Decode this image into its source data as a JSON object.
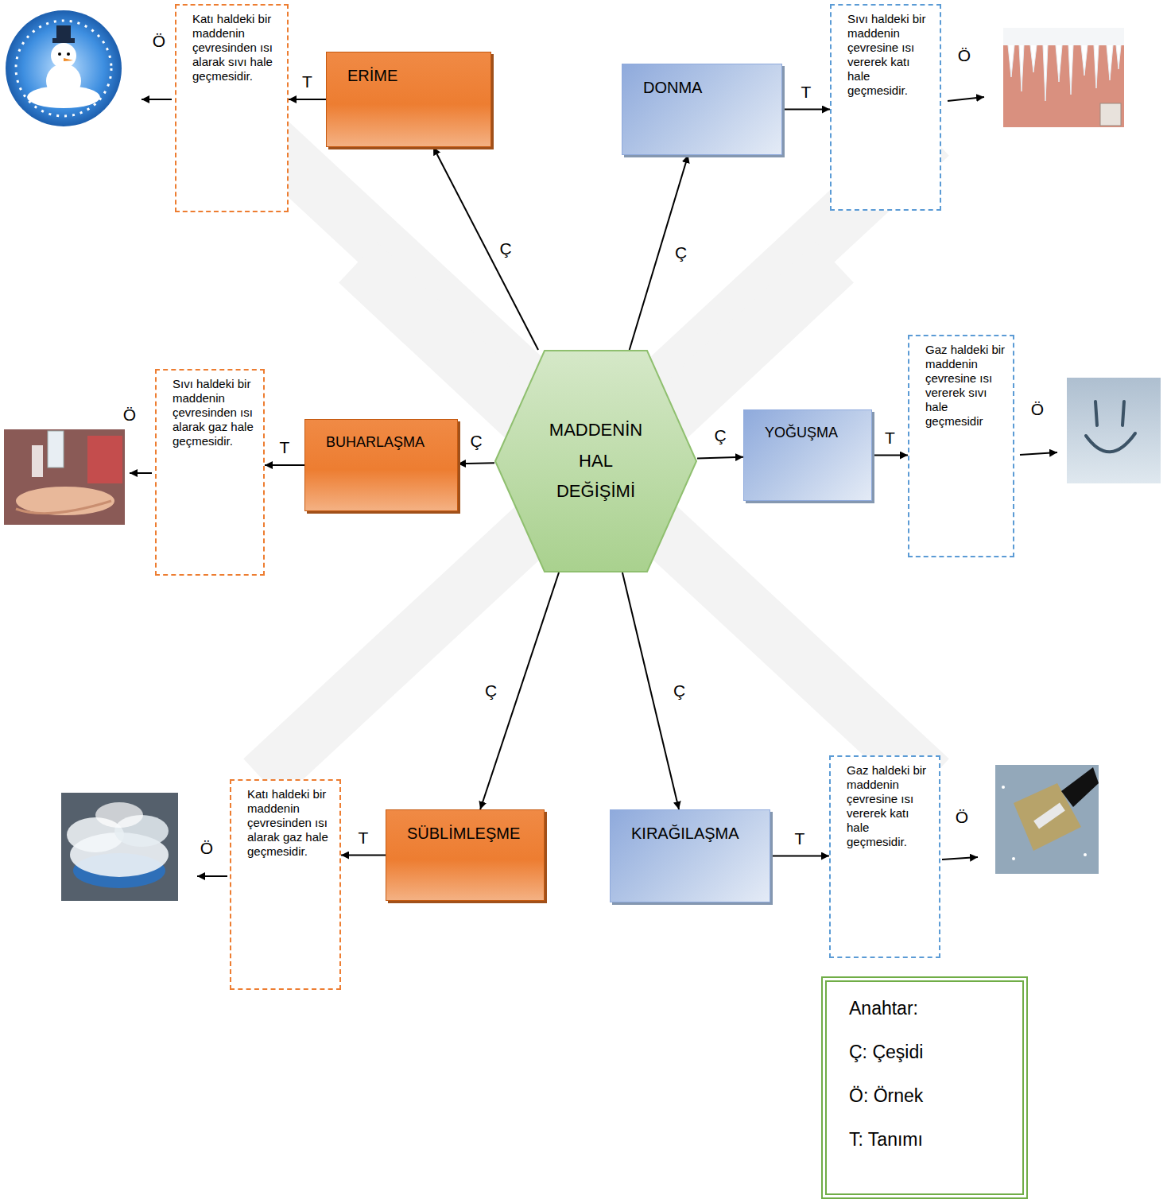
{
  "diagram": {
    "nodes": [
      {
        "text": [
          "Katı haldeki bir maddenin çevresinden ısı alarak sıvı hale geçmesidir."
        ]
      },
      {
        "text": [
          "ERİME"
        ]
      },
      {
        "text": [
          "DONMA"
        ]
      },
      {
        "text": [
          "Sıvı haldeki bir maddenin çevresine ısı vererek katı hale geçmesidir."
        ]
      },
      {
        "text": [
          "Sıvı haldeki bir maddenin çevresinden ısı alarak gaz hale geçmesidir."
        ]
      },
      {
        "text": [
          "BUHARLAŞMA"
        ]
      },
      {
        "text": [
          "MADDENİN HAL DEĞİŞİMİ"
        ]
      },
      {
        "text": [
          "YOĞUŞMA"
        ]
      },
      {
        "text": [
          "Gaz haldeki bir maddenin çevresine ısı vererek sıvı hale geçmesidir"
        ]
      },
      {
        "text": [
          "Katı haldeki bir maddenin çevresinden ısı alarak gaz hale geçmesidir."
        ]
      },
      {
        "text": [
          "SÜBLİMLEŞME"
        ]
      },
      {
        "text": [
          "KIRAĞILAŞMA"
        ]
      },
      {
        "text": [
          "Gaz haldeki bir maddenin çevresine ısı vererek katı hale geçmesidir."
        ]
      },
      {
        "text": [
          "Anahtar:",
          "Ç: Çeşidi",
          "Ö: Örnek",
          "T: Tanımı"
        ]
      }
    ],
    "edges": [
      {
        "from": 6,
        "to": 1,
        "label": "Ç",
        "arrow": "to"
      },
      {
        "from": 6,
        "to": 2,
        "label": "Ç",
        "arrow": "to"
      },
      {
        "from": 6,
        "to": 5,
        "label": "Ç",
        "arrow": "to"
      },
      {
        "from": 6,
        "to": 7,
        "label": "Ç",
        "arrow": "to"
      },
      {
        "from": 6,
        "to": 10,
        "label": "Ç",
        "arrow": "to"
      },
      {
        "from": 6,
        "to": 11,
        "label": "Ç",
        "arrow": "to"
      },
      {
        "from": 1,
        "to": 0,
        "label": "T",
        "arrow": "to"
      },
      {
        "from": 2,
        "to": 3,
        "label": "T",
        "arrow": "to"
      },
      {
        "from": 5,
        "to": 4,
        "label": "T",
        "arrow": "to"
      },
      {
        "from": 7,
        "to": 8,
        "label": "T",
        "arrow": "to"
      },
      {
        "from": 10,
        "to": 9,
        "label": "T",
        "arrow": "to"
      },
      {
        "from": 11,
        "to": 12,
        "label": "T",
        "arrow": "to"
      }
    ],
    "labels": [
      "Ö",
      "Ö",
      "Ö",
      "Ö",
      "Ö",
      "Ö"
    ]
  }
}
